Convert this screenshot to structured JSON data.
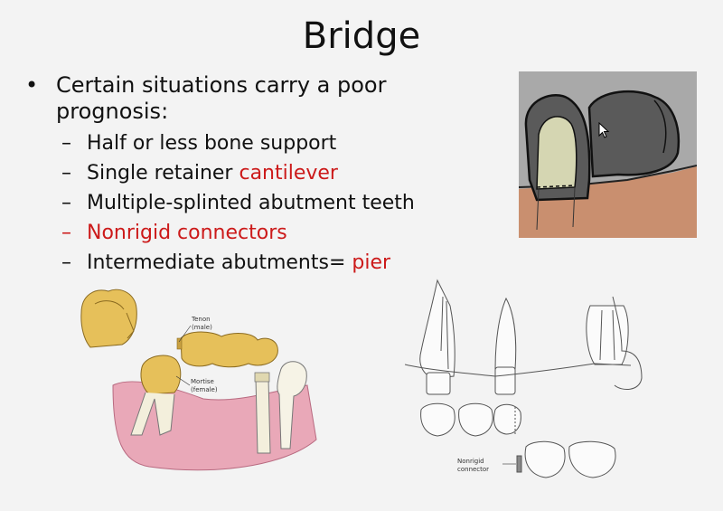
{
  "slide": {
    "title": "Bridge",
    "bullet": {
      "symbol": "•",
      "text": "Certain situations carry a poor prognosis:"
    },
    "sub_bullets": [
      {
        "dash": "–",
        "text": "Half or less bone support",
        "highlight": ""
      },
      {
        "dash": "–",
        "text": "Single retainer ",
        "highlight": "cantilever"
      },
      {
        "dash": "–",
        "text": "Multiple-splinted abutment teeth",
        "highlight": ""
      },
      {
        "dash": "–",
        "text": "",
        "highlight": "Nonrigid connectors",
        "dash_red": true
      },
      {
        "dash": "–",
        "text": "Intermediate abutments= ",
        "highlight": "pier"
      }
    ],
    "highlight_color": "#cc1a1a"
  },
  "illustration_labels": {
    "tenon": "Tenon",
    "tenon_sub": "(male)",
    "mortise": "Mortise",
    "mortise_sub": "(female)"
  },
  "diagram_labels": {
    "nonrigid": "Nonrigid",
    "connector": "connector"
  }
}
